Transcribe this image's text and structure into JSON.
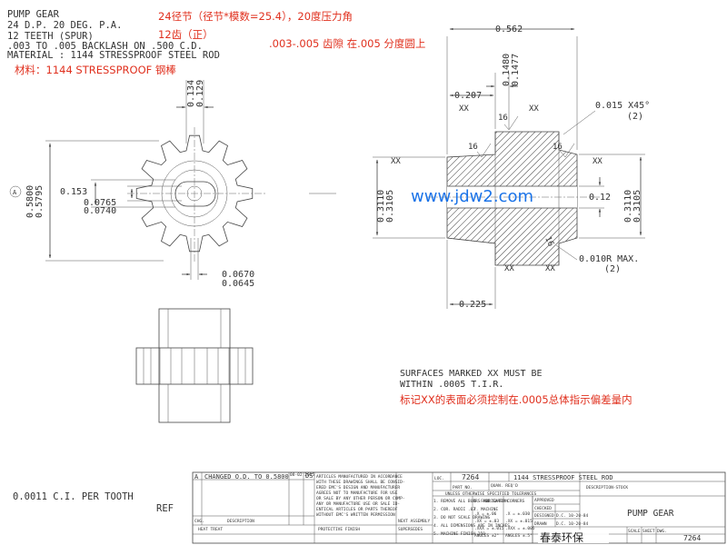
{
  "header": {
    "title": "PUMP GEAR",
    "pitch": "24 D.P. 20 DEG. P.A.",
    "teeth": "12 TEETH (SPUR)",
    "backlash": ".003 TO .005 BACKLASH ON .500 C.D.",
    "material": "MATERIAL : 1144 STRESSPROOF STEEL ROD"
  },
  "notes_cn": {
    "pitch": "24径节（径节*模数=25.4），20度压力角",
    "teeth": "12齿（正）",
    "backlash": ".003-.005 齿隙 在.005 分度圆上",
    "material": "材料：1144 STRESSPROOF 钢棒",
    "surfaces": "标记XX的表面必须控制在.0005总体指示偏差量内"
  },
  "watermark": "www.jdw2.com",
  "front_view": {
    "datum": "A",
    "tooth_tip_a": "0.134",
    "tooth_tip_b": "0.129",
    "od_a": "0.5800",
    "od_b": "0.5795",
    "flat": "0.153",
    "bore_a": "0.0765",
    "bore_b": "0.0740",
    "root_a": "0.0670",
    "root_b": "0.0645"
  },
  "section_view": {
    "width": "0.562",
    "hub_a": "0.1480",
    "hub_b": "0.1477",
    "shoulder": "0.207",
    "chamfer": "0.015 X45°",
    "chamfer_qty": "(2)",
    "finish": "16",
    "xx": "XX",
    "dia_left_a": "0.3110",
    "dia_left_b": "0.3105",
    "dia_right_a": "0.3110",
    "dia_right_b": "0.3105",
    "bore": "0.12",
    "radius": "0.010R MAX.",
    "radius_qty": "(2)",
    "face_width": "0.225"
  },
  "surfaces_note": {
    "line1": "SURFACES MARKED XX MUST BE",
    "line2": "WITHIN .0005 T.I.R."
  },
  "ci_note": {
    "line1": "0.0011 C.I. PER TOOTH",
    "line2": "REF"
  },
  "title_block": {
    "rev_letter": "A",
    "rev_desc": "CHANGED O.D. TO 0.5800",
    "rev_date": "08-02 2015",
    "rev_by": "DS",
    "disclaimer": [
      "ARTICLES MANUFACTURED IN ACCORDANCE",
      "WITH THESE DRAWINGS SHALL BE CONSID-",
      "ERED EMC'S DESIGN AND MANUFACTURER",
      "AGREES NOT TO MANUFACTURE FOR USE",
      "OR SALE BY ANY OTHER PERSON OR COMP-",
      "ANY OR MANUFACTURE USE OR SALE ID-",
      "ENTICAL ARTICLES OR PARTS THEREOF",
      "WITHOUT EMC'S WRITTEN PERMISSION"
    ],
    "chg": "CHG.",
    "description": "DESCRIPTION",
    "heat_treat": "HEAT TREAT",
    "protective_finish": "PROTECTIVE FINISH",
    "next_assembly": "NEXT ASSEMBLY",
    "supersedes": "SUPERSEDES",
    "loc": "LOC.",
    "part_no_label": "PART NO.",
    "part_no": "7264",
    "quan": "QUAN. REQ'D",
    "material_desc": "1144 STRESSPROOF STEEL ROD",
    "desc_stock": "DESCRIPTION-STOCK",
    "tolerances": "UNLESS OTHERWISE SPECIFIED TOLERANCES",
    "tol_items": [
      "1. REMOVE ALL BURRS AND SHARP CORNERS",
      "2. COR. RADII .03",
      "3. DO NOT SCALE DRAWING",
      "4. ALL DIMENSIONS ARE IN INCHES",
      "5. MACHINE FINISH 250",
      "6. FABRICATION",
      "7. MACHINE"
    ],
    "tol_values": [
      ".X = ±.06",
      ".XX = ±.03",
      ".XXX = ±.015",
      "ANGLES ±2°",
      ".X = ±.030",
      ".XX = ±.015",
      ".XXX = ±.005",
      "ANGLES ±.5°"
    ],
    "approved": "APPROVED",
    "checked": "CHECKED",
    "designed": "DESIGNED",
    "drawn": "DRAWN",
    "designed_by": "D.C. 10-20-84",
    "drawn_by": "D.C. 10-20-84",
    "drawing_title": "PUMP GEAR",
    "scale": "SCALE",
    "sheet": "SHEET",
    "dwg": "DWG.",
    "drawing_no": "7264",
    "company": "春泰环保"
  }
}
